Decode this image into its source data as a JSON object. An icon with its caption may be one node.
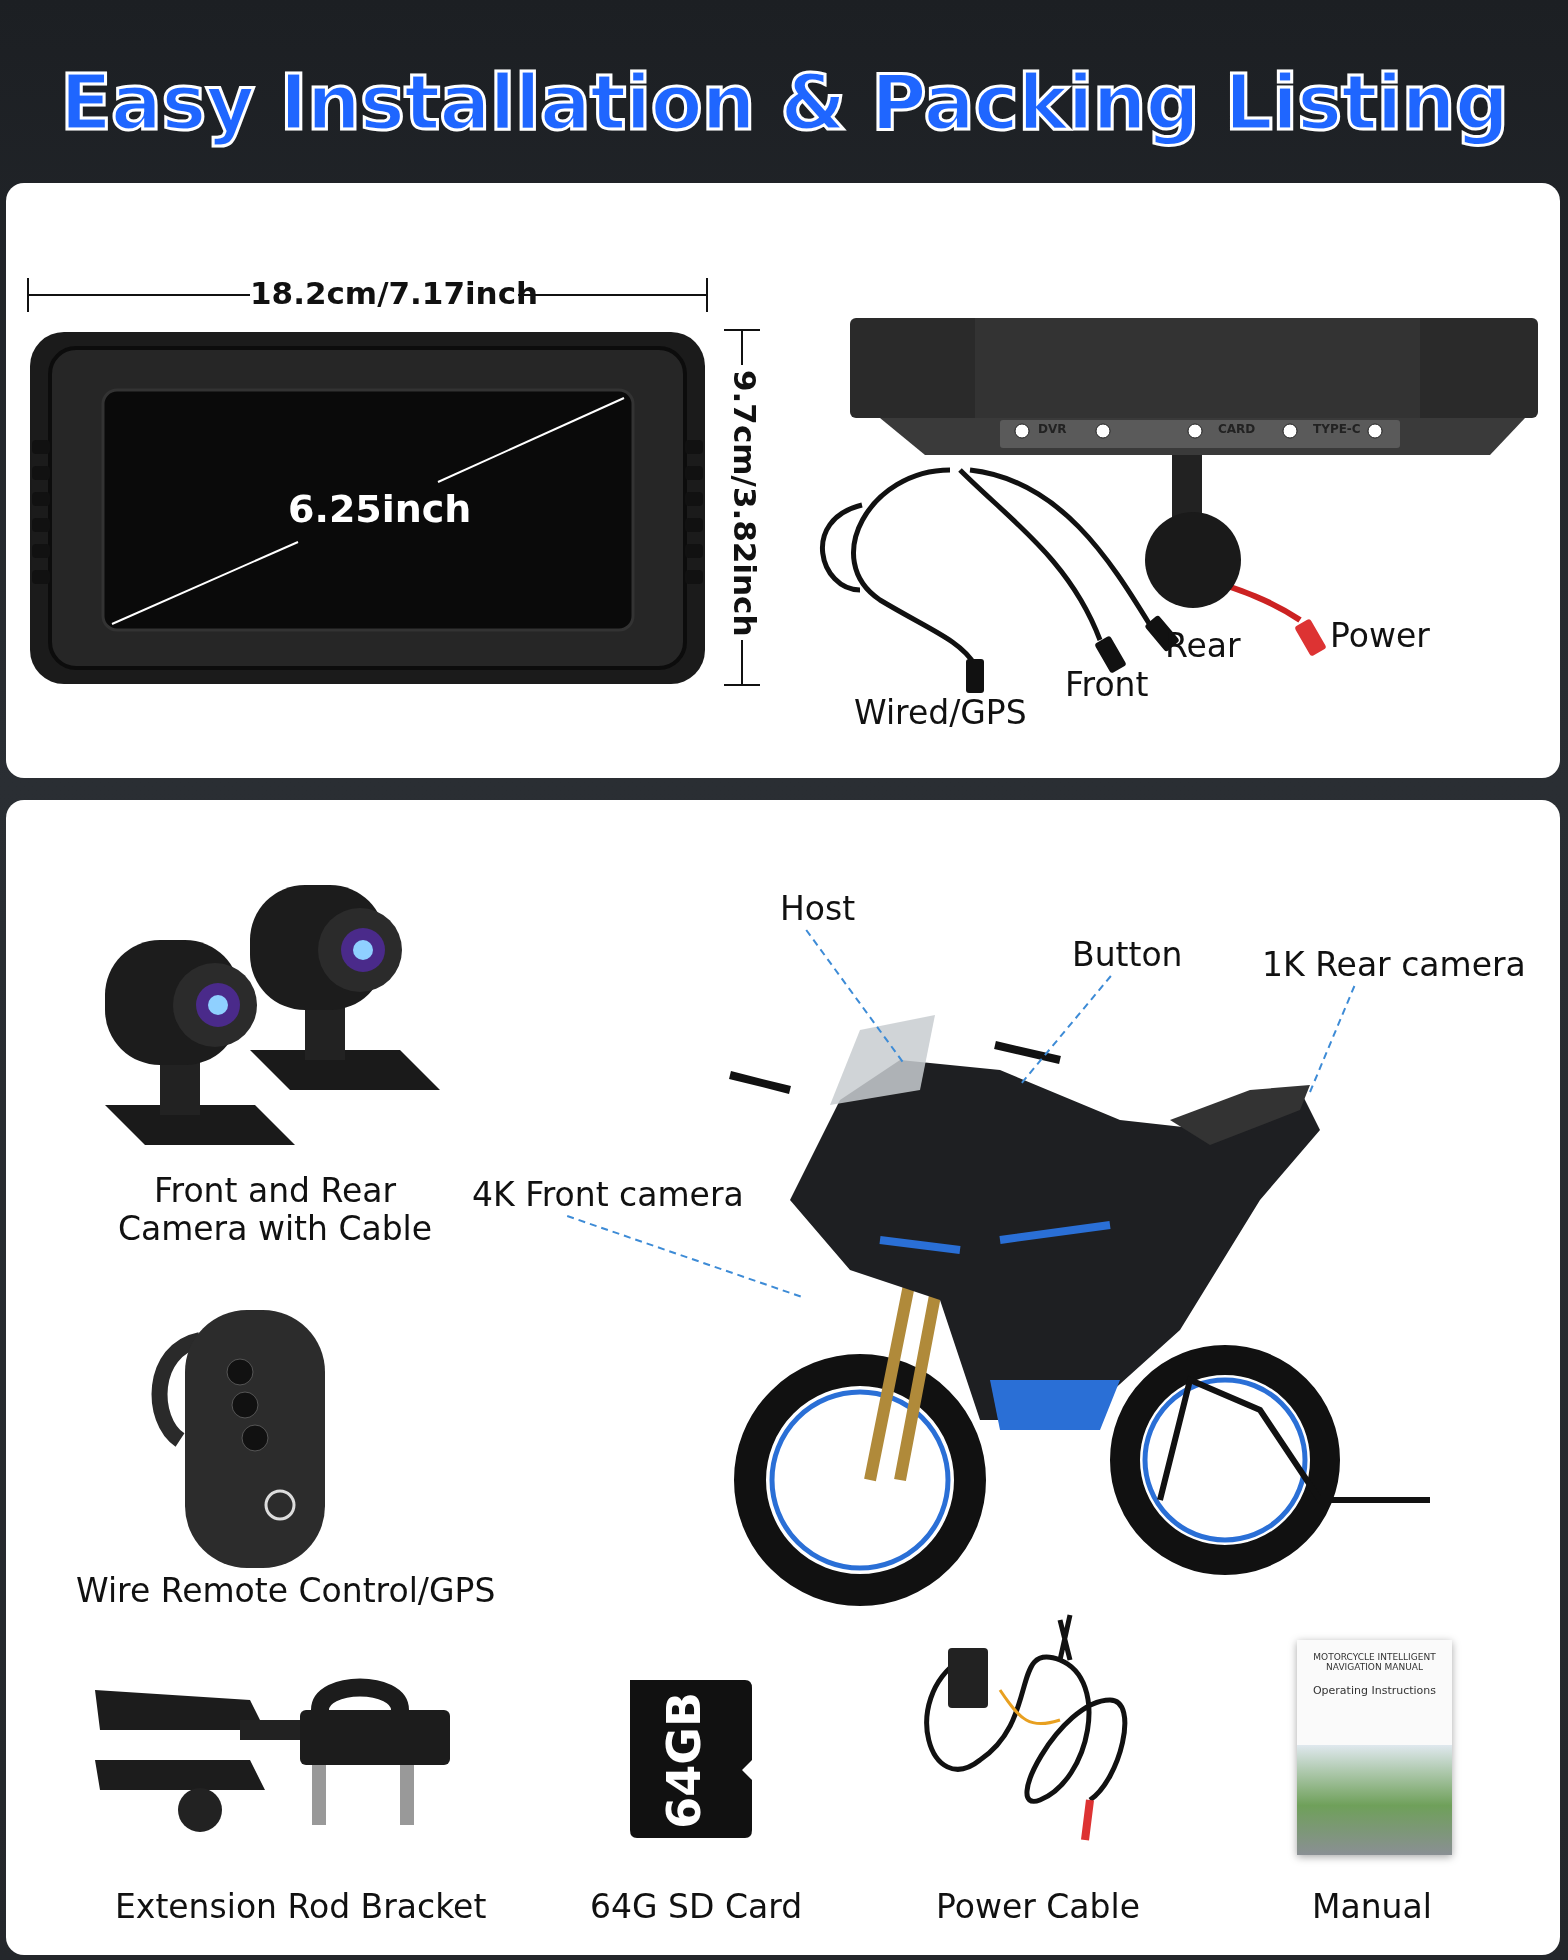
{
  "diagram": {
    "title": "Easy Installation & Packing Listing",
    "nodes": [
      {
        "text": [
          "Host"
        ]
      },
      {
        "text": [
          "Button"
        ]
      },
      {
        "text": [
          "1K Rear camera"
        ]
      },
      {
        "text": [
          "4K Front camera"
        ]
      },
      {
        "text": [],
        "shape": "picture"
      }
    ],
    "edges": [
      {
        "from": 0,
        "to": 4,
        "arrow": "none",
        "style": "dashed"
      },
      {
        "from": 1,
        "to": 4,
        "arrow": "none",
        "style": "dashed"
      },
      {
        "from": 2,
        "to": 4,
        "arrow": "none",
        "style": "dashed"
      },
      {
        "from": 3,
        "to": 4,
        "arrow": "none",
        "style": "dashed"
      }
    ],
    "labels": [
      "18.2cm/7.17inch",
      "6.25inch",
      "9.7cm/3.82inch",
      "DVR",
      "CARD",
      "TYPE-C",
      "Power",
      "Rear",
      "Front",
      "Wired/GPS",
      "Front and Rear Camera with Cable",
      "Wire Remote Control/GPS",
      "64GB",
      "MOTORCYCLE INTELLIGENT NAVIGATION MANUAL",
      "Operating Instructions",
      "Extension Rod Bracket",
      "64G SD Card",
      "Power Cable",
      "Manual"
    ]
  }
}
